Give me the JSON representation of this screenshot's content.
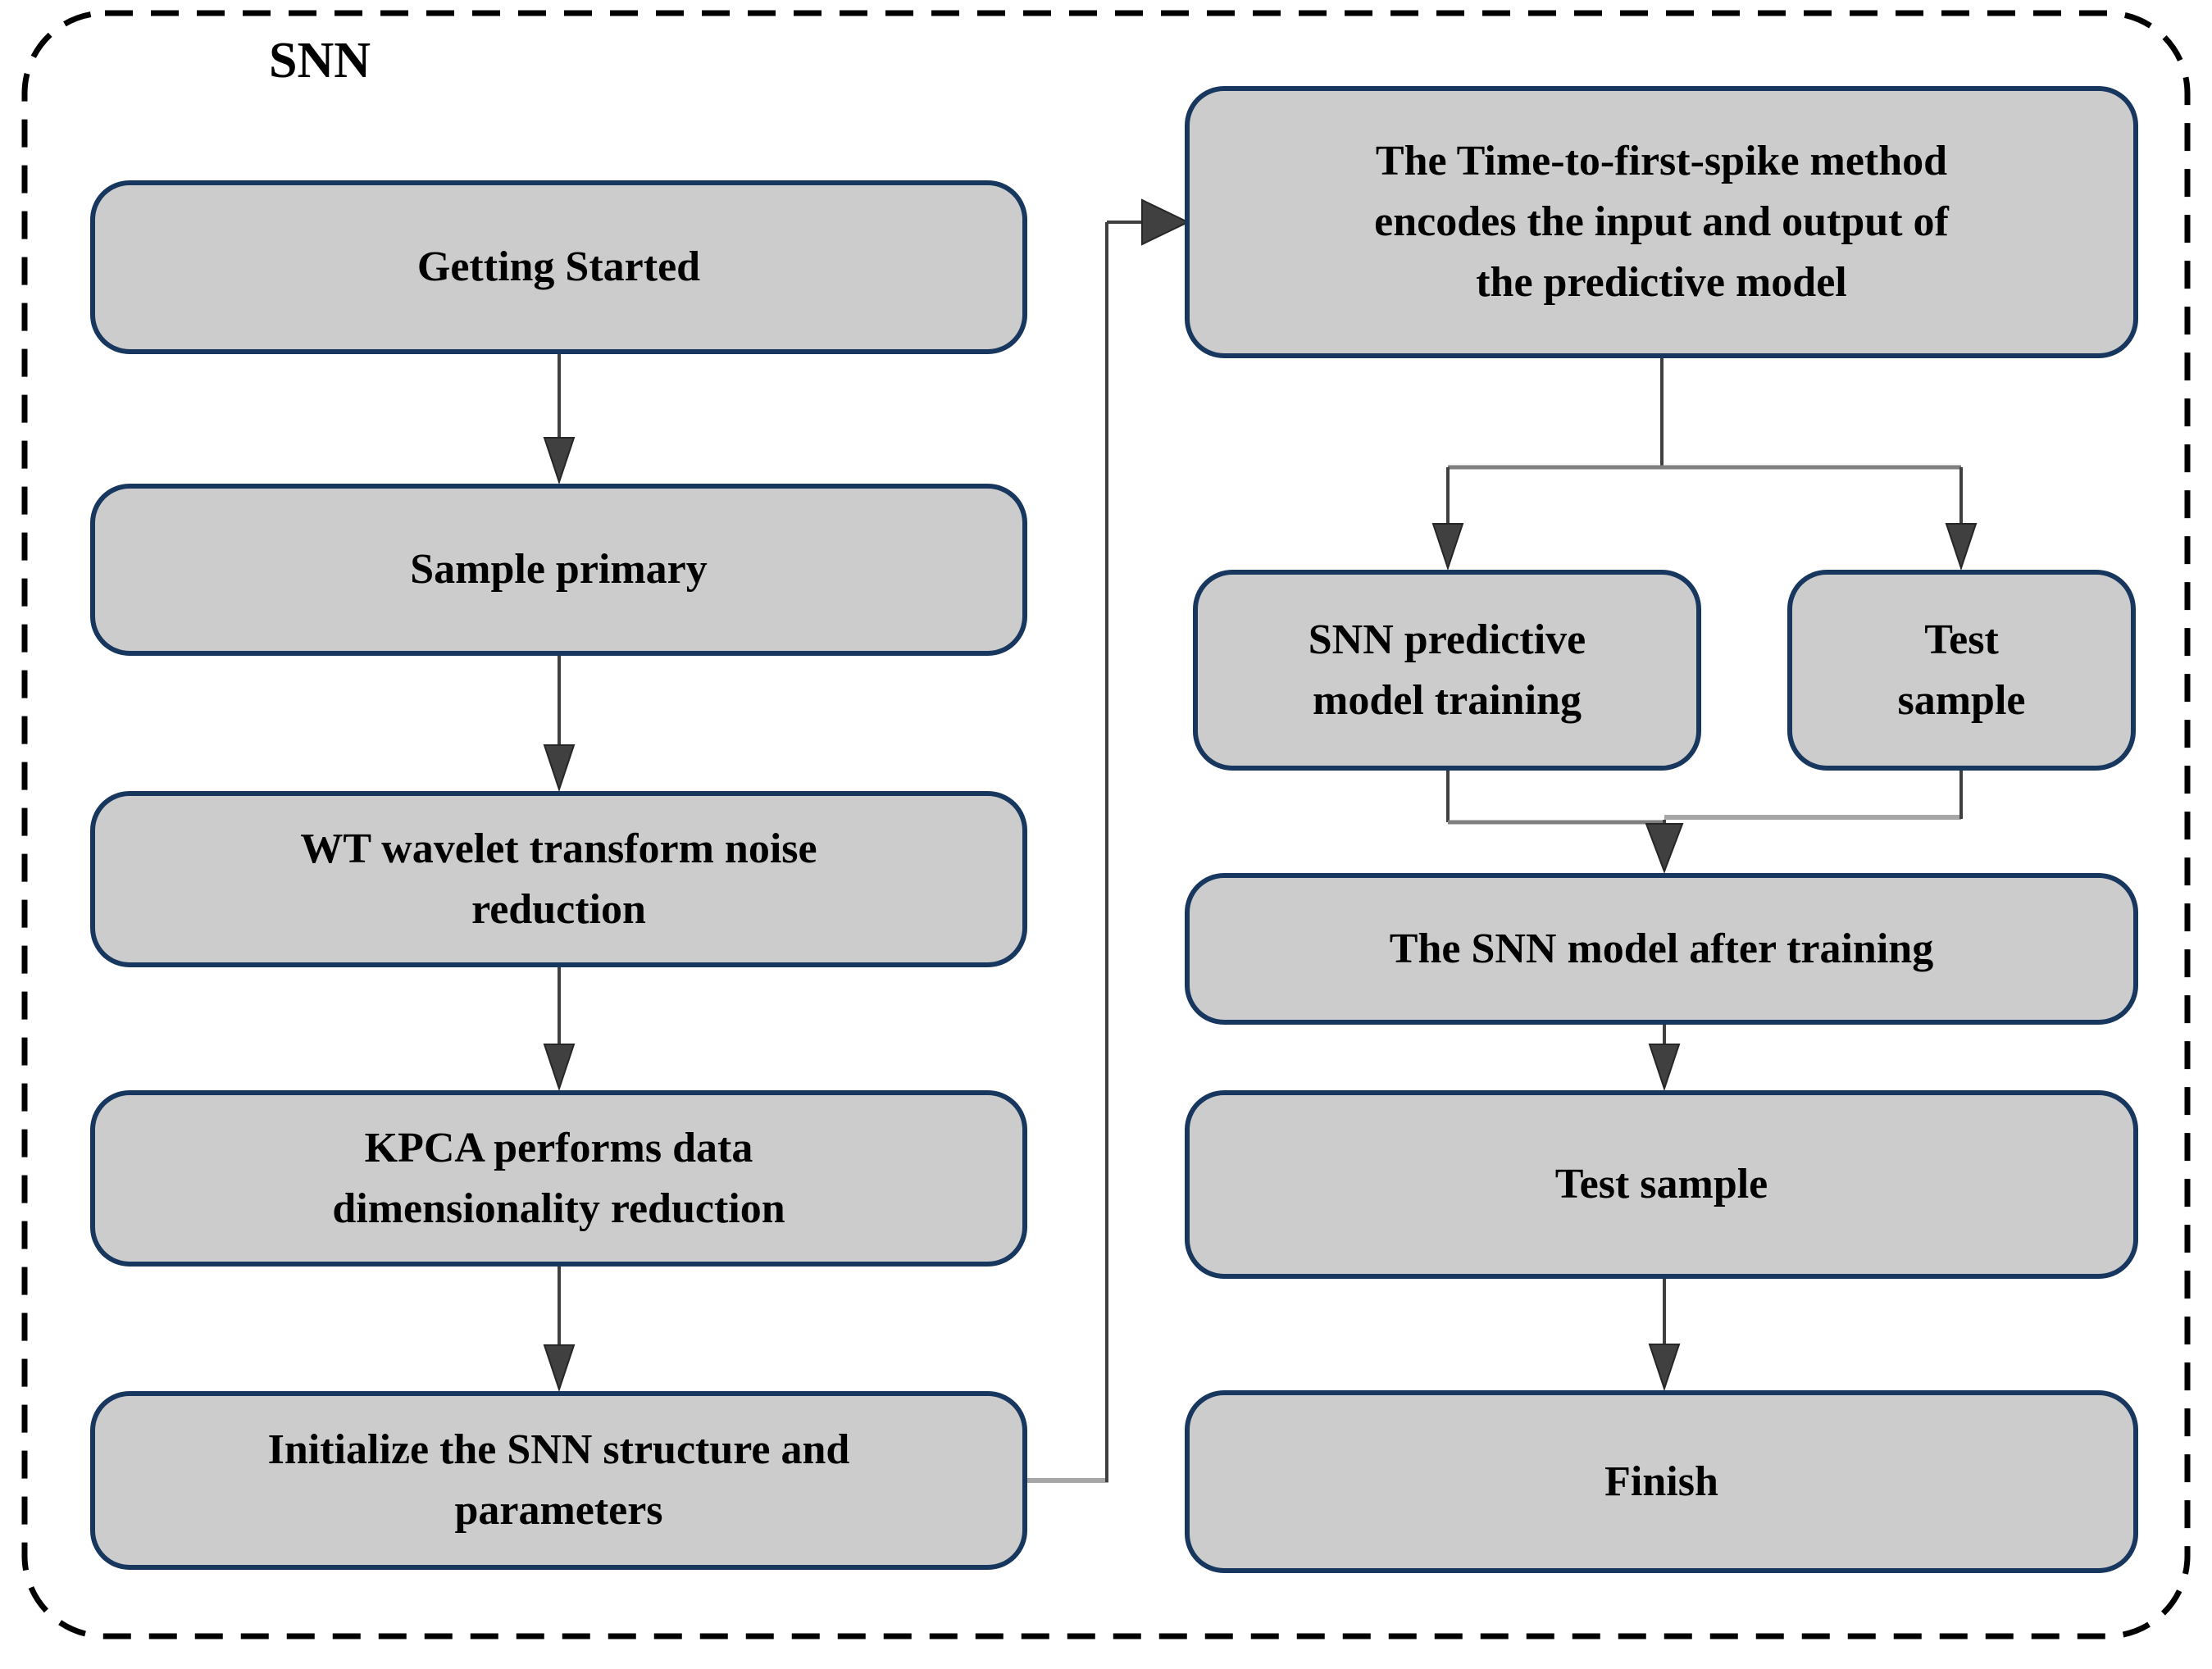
{
  "title": "SNN",
  "colors": {
    "box_fill": "#cccccc",
    "box_border": "#17375e",
    "arrow_dark": "#404040",
    "line_gray": "#7f7f7f",
    "line_light": "#a6a6a6",
    "dash": "#000000",
    "text": "#000000",
    "bg": "#ffffff"
  },
  "nodes": {
    "getting_started": {
      "label": "Getting Started"
    },
    "sample_primary": {
      "label": "Sample primary"
    },
    "wt_wavelet": {
      "label": "WT wavelet transform noise\nreduction"
    },
    "kpca": {
      "label": "KPCA performs data\ndimensionality reduction"
    },
    "initialize": {
      "label": "Initialize the SNN structure and\nparameters"
    },
    "ttfs_encoding": {
      "label": "The Time-to-first-spike method\nencodes the input and output of\nthe predictive model"
    },
    "snn_training": {
      "label": "SNN predictive\nmodel training"
    },
    "test_sample_top": {
      "label": "Test\nsample"
    },
    "snn_after_training": {
      "label": "The SNN model after training"
    },
    "test_sample_bottom": {
      "label": "Test sample"
    },
    "finish": {
      "label": "Finish"
    }
  }
}
